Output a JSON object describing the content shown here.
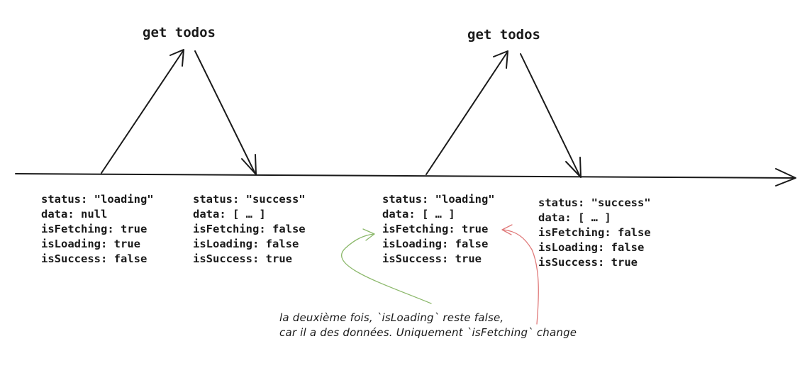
{
  "requests": [
    {
      "label": "get todos"
    },
    {
      "label": "get todos"
    }
  ],
  "states": [
    {
      "lines": [
        "status: \"loading\"",
        "data: null",
        "isFetching: true",
        "isLoading: true",
        "isSuccess: false"
      ]
    },
    {
      "lines": [
        "status: \"success\"",
        "data: [ … ]",
        "isFetching: false",
        "isLoading: false",
        "isSuccess: true"
      ]
    },
    {
      "lines": [
        "status: \"loading\"",
        "data: [ … ]",
        "isFetching: true",
        "isLoading: false",
        "isSuccess: true"
      ]
    },
    {
      "lines": [
        "status: \"success\"",
        "data: [ … ]",
        "isFetching: false",
        "isLoading: false",
        "isSuccess: true"
      ]
    }
  ],
  "note": {
    "lines": [
      "la deuxième fois, `isLoading` reste false,",
      "car il a des données. Uniquement `isFetching` change"
    ]
  },
  "colors": {
    "stroke": "#1a1a1a",
    "green_arrow": "#8bb86a",
    "red_arrow": "#e07a7a"
  }
}
